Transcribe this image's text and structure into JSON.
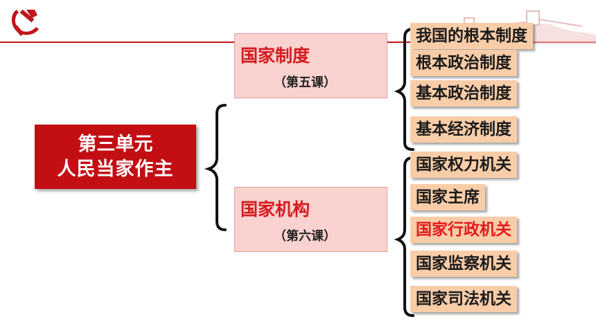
{
  "unit": {
    "line1": "第三单元",
    "line2": "人民当家作主"
  },
  "categories": [
    {
      "title": "国家制度",
      "subtitle": "（第五课）",
      "items": [
        {
          "label": "我国的根本制度",
          "highlight": false
        },
        {
          "label": "根本政治制度",
          "highlight": false
        },
        {
          "label": "基本政治制度",
          "highlight": false
        },
        {
          "label": "基本经济制度",
          "highlight": false
        }
      ]
    },
    {
      "title": "国家机构",
      "subtitle": "（第六课）",
      "items": [
        {
          "label": "国家权力机关",
          "highlight": false
        },
        {
          "label": "国家主席",
          "highlight": false
        },
        {
          "label": "国家行政机关",
          "highlight": true
        },
        {
          "label": "国家监察机关",
          "highlight": false
        },
        {
          "label": "国家司法机关",
          "highlight": false
        }
      ]
    }
  ],
  "colors": {
    "accent_red": "#c30e14",
    "highlight_text": "#e3181f",
    "item_bg": "#f8cda8",
    "category_bg": "#fad2d0"
  }
}
